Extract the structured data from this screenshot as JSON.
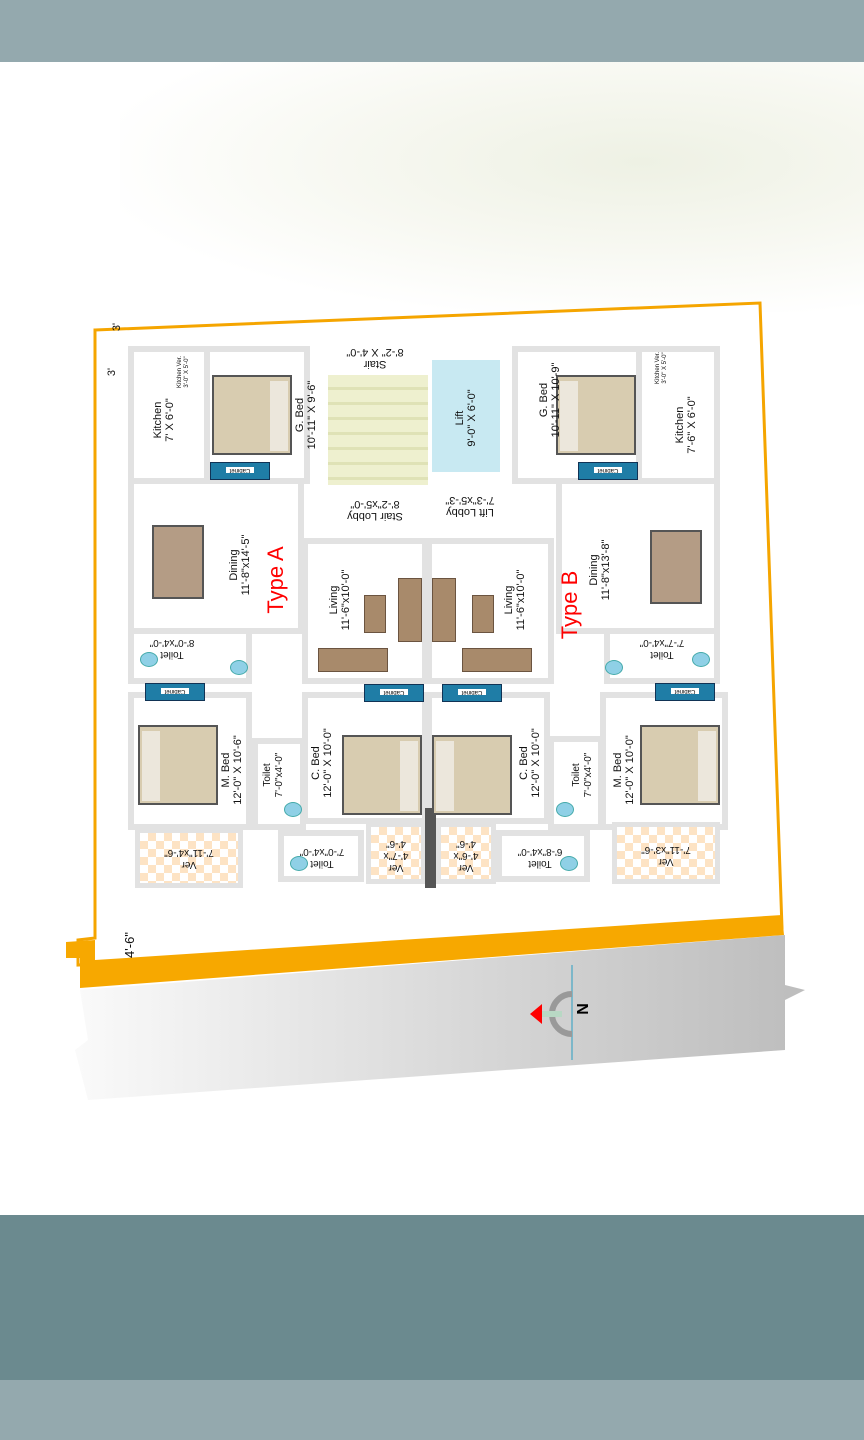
{
  "plan": {
    "setbacks": {
      "top": "3'",
      "top_left": "3'",
      "bottom": "4'-6\""
    },
    "type_a": "Type A",
    "type_b": "Type B",
    "compass": "N",
    "cabinet": "Cabinet",
    "rooms": {
      "kitchen_a": {
        "name": "Kitchen",
        "dim": "7' X 6'-0\""
      },
      "kitchen_ver_a": {
        "name": "Kitchen Ver.",
        "dim": "3'-0\" X 5'-0\""
      },
      "gbed_a": {
        "name": "G. Bed",
        "dim": "10'-11\" X 9'-6\""
      },
      "stair": {
        "name": "Stair",
        "dim": "8'-2\" X 4'-0\""
      },
      "stair_lobby": {
        "name": "Stair Lobby",
        "dim": "8'-2\"x5'-0\""
      },
      "lift": {
        "name": "Lift",
        "dim": "9'-0\" X 6'-0\""
      },
      "lift_lobby": {
        "name": "Lift Lobby",
        "dim": "7'-3\"x5'-3\""
      },
      "gbed_b": {
        "name": "G. Bed",
        "dim": "10'-11\" X 10'-9\""
      },
      "kitchen_ver_b": {
        "name": "Kitchen Ver.",
        "dim": "3'-0\" X 5'-0\""
      },
      "kitchen_b": {
        "name": "Kitchen",
        "dim": "7'-6\" X 6'-0\""
      },
      "dining_a": {
        "name": "Dining",
        "dim": "11'-8\"x14'-5\""
      },
      "living_a": {
        "name": "Living",
        "dim": "11'-6\"x10'-0\""
      },
      "living_b": {
        "name": "Living",
        "dim": "11'-6\"x10'-0\""
      },
      "dining_b": {
        "name": "Dining",
        "dim": "11'-8\"x13'-8\""
      },
      "toilet_a1": {
        "name": "Toilet",
        "dim": "8'-0\"x4'-0\""
      },
      "toilet_b1": {
        "name": "Toilet",
        "dim": "7'-7\"x4'-0\""
      },
      "mbed_a": {
        "name": "M. Bed",
        "dim": "12'-0\" X 10'-6\""
      },
      "toilet_a2": {
        "name": "Toilet",
        "dim": "7'-0\"x4'-0\""
      },
      "cbed_a": {
        "name": "C. Bed",
        "dim": "12'-0\" X 10'-0\""
      },
      "cbed_b": {
        "name": "C. Bed",
        "dim": "12'-0\" X 10'-0\""
      },
      "toilet_b2": {
        "name": "Toilet",
        "dim": "7'-0\"x4'-0\""
      },
      "mbed_b": {
        "name": "M. Bed",
        "dim": "12'-0\" X 10'-0\""
      },
      "ver_a1": {
        "name": "Ver",
        "dim": "7'-11\"x4'-6\""
      },
      "toilet_a3": {
        "name": "Toilet",
        "dim": "7'-0\"x4'-0\""
      },
      "ver_a2": {
        "name": "Ver",
        "dim": "4'-7\"x 4'-6\""
      },
      "ver_b2": {
        "name": "Ver",
        "dim": "4'-6\"x 4'-6\""
      },
      "toilet_b3": {
        "name": "Toilet",
        "dim": "6'-8\"x4'-0\""
      },
      "ver_b1": {
        "name": "Ver",
        "dim": "7'-11\"x3'-6\""
      }
    }
  }
}
